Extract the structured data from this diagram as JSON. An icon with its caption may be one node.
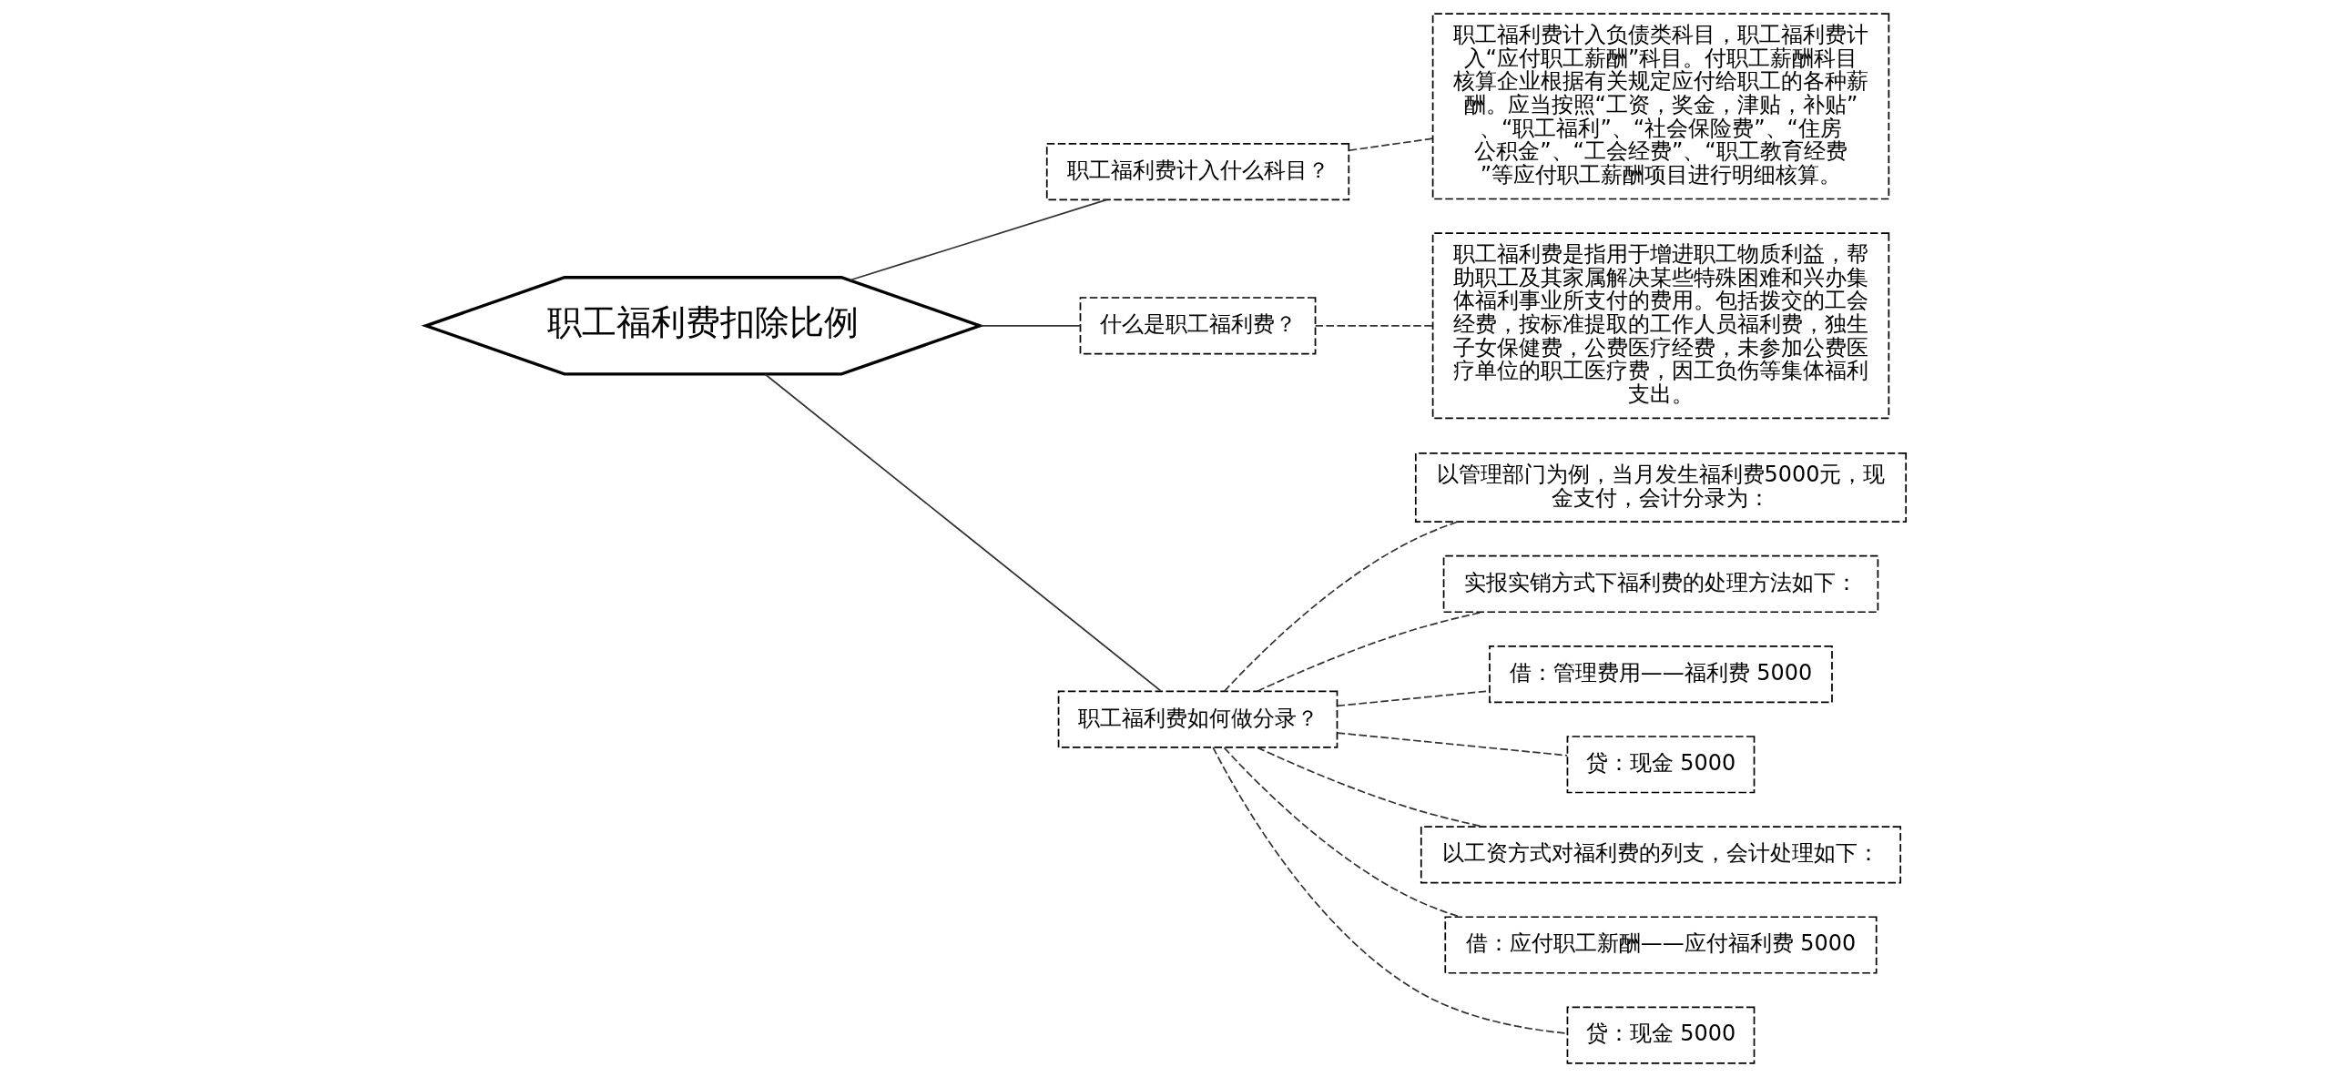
{
  "diagram": {
    "nodes": [
      {
        "text": [
          "职工福利费扣除比例"
        ]
      },
      {
        "text": [
          "职工福利费计入什么科目？"
        ]
      },
      {
        "text": [
          "职工福利费计入负债类科目，职工福利费计入“应付职工薪酬”科目。付职工薪酬科目核算企业根据有关规定应付给职工的各种薪酬。应当按照“工资，奖金，津贴，补贴”、“职工福利”、“社会保险费”、“住房公积金”、“工会经费”、“职工教育经费”等应付职工薪酬项目进行明细核算。"
        ]
      },
      {
        "text": [
          "什么是职工福利费？"
        ]
      },
      {
        "text": [
          "职工福利费是指用于增进职工物质利益，帮助职工及其家属解决某些特殊困难和兴办集体福利事业所支付的费用。包括拨交的工会经费，按标准提取的工作人员福利费，独生子女保健费，公费医疗经费，未参加公费医疗单位的职工医疗费，因工负伤等集体福利支出。"
        ]
      },
      {
        "text": [
          "职工福利费如何做分录？"
        ]
      },
      {
        "text": [
          "以管理部门为例，当月发生福利费5000元，现金支付，会计分录为："
        ]
      },
      {
        "text": [
          "实报实销方式下福利费的处理方法如下："
        ]
      },
      {
        "text": [
          "借：管理费用——福利费 5000"
        ]
      },
      {
        "text": [
          "贷：现金 5000"
        ]
      },
      {
        "text": [
          "以工资方式对福利费的列支，会计处理如下："
        ]
      },
      {
        "text": [
          "借：应付职工新酬——应付福利费 5000"
        ]
      },
      {
        "text": [
          "贷：现金 5000"
        ]
      }
    ],
    "edges": [
      {
        "from": 0,
        "to": 1,
        "arrow": "none"
      },
      {
        "from": 1,
        "to": 2,
        "arrow": "none",
        "style": "dashed"
      },
      {
        "from": 0,
        "to": 3,
        "arrow": "none"
      },
      {
        "from": 3,
        "to": 4,
        "arrow": "none",
        "style": "dashed"
      },
      {
        "from": 0,
        "to": 5,
        "arrow": "none"
      },
      {
        "from": 5,
        "to": 6,
        "arrow": "none",
        "style": "dashed"
      },
      {
        "from": 5,
        "to": 7,
        "arrow": "none",
        "style": "dashed"
      },
      {
        "from": 5,
        "to": 8,
        "arrow": "none",
        "style": "dashed"
      },
      {
        "from": 5,
        "to": 9,
        "arrow": "none",
        "style": "dashed"
      },
      {
        "from": 5,
        "to": 10,
        "arrow": "none",
        "style": "dashed"
      },
      {
        "from": 5,
        "to": 11,
        "arrow": "none",
        "style": "dashed"
      },
      {
        "from": 5,
        "to": 12,
        "arrow": "none",
        "style": "dashed"
      }
    ]
  }
}
